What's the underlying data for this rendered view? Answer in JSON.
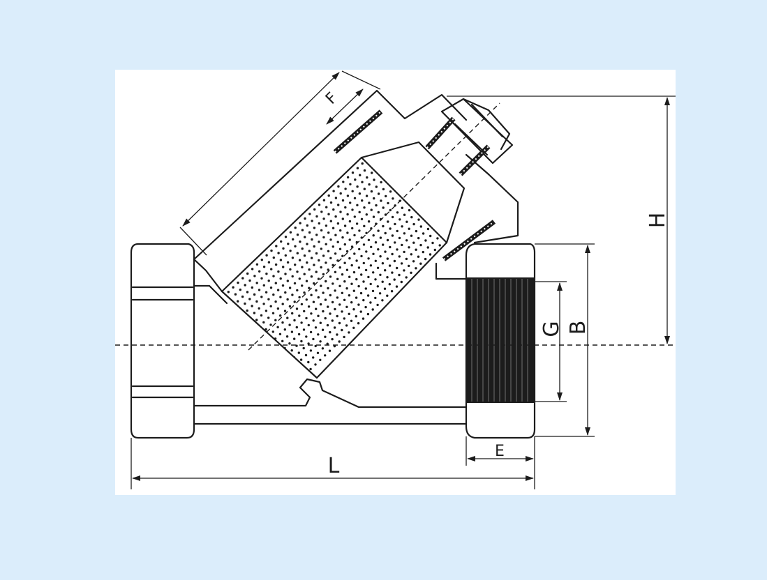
{
  "diagram": {
    "background": "#dbedfb",
    "paper": "#ffffff",
    "ink": "#1c1c1c",
    "dimension_labels": {
      "F": "F",
      "H": "H",
      "G": "G",
      "B": "B",
      "E": "E",
      "L": "L"
    }
  }
}
